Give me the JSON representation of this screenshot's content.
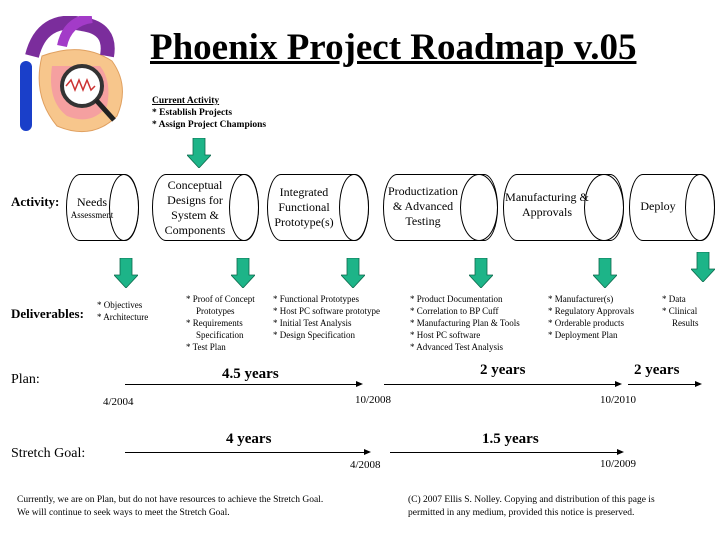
{
  "title": "Phoenix Project Roadmap v.05",
  "colors": {
    "arrow": "#1db488",
    "arrow_stroke": "#0d6a4c"
  },
  "current_activity": {
    "heading": "Current Activity",
    "items": [
      "* Establish Projects",
      "* Assign Project Champions"
    ]
  },
  "labels": {
    "activity": "Activity:",
    "deliverables": "Deliverables:",
    "plan": "Plan:",
    "stretch": "Stretch Goal:"
  },
  "activities": [
    {
      "name": "Needs",
      "sub": "Assessment"
    },
    {
      "name": "Conceptual Designs for System & Components"
    },
    {
      "name": "Integrated Functional Prototype(s)"
    },
    {
      "name": "Productization & Advanced Testing"
    },
    {
      "name": "Manufacturing & Approvals"
    },
    {
      "name": "Deploy"
    }
  ],
  "deliverables": [
    [
      "* Objectives",
      "* Architecture"
    ],
    [
      "* Proof of Concept Prototypes",
      "* Requirements Specification",
      "* Test Plan"
    ],
    [
      "* Functional Prototypes",
      "* Host PC software prototype",
      "* Initial Test Analysis",
      "* Design Specification"
    ],
    [
      "* Product Documentation",
      "* Correlation to BP Cuff",
      "* Manufacturing Plan & Tools",
      "* Host PC software",
      "* Advanced Test Analysis"
    ],
    [
      "* Manufacturer(s)",
      "* Regulatory Approvals",
      "* Orderable products",
      "* Deployment Plan"
    ],
    [
      "* Data",
      "* Clinical Results"
    ]
  ],
  "plan": {
    "durations": [
      "4.5 years",
      "2 years",
      "2 years"
    ],
    "dates": [
      "4/2004",
      "10/2008",
      "10/2010"
    ]
  },
  "stretch": {
    "durations": [
      "4 years",
      "1.5 years"
    ],
    "dates": [
      "4/2008",
      "10/2009"
    ]
  },
  "footer": {
    "left": [
      "Currently, we are on Plan, but do not have resources to achieve the Stretch Goal.",
      "We will continue to seek ways to meet the Stretch Goal."
    ],
    "right": [
      "(C) 2007 Ellis S. Nolley. Copying and distribution of this page is",
      "permitted in any medium, provided this notice is preserved."
    ]
  }
}
